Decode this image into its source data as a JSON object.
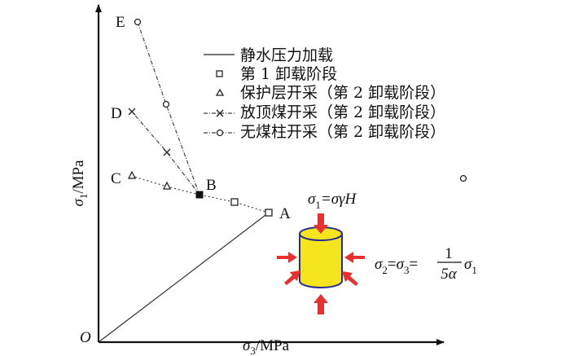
{
  "axes": {
    "origin": "O",
    "y_label": "σ",
    "y_sub": "1",
    "y_unit": "/MPa",
    "x_label": "σ",
    "x_sub": "3",
    "x_unit": "/MPa"
  },
  "points": {
    "A": "A",
    "B": "B",
    "C": "C",
    "D": "D",
    "E": "E"
  },
  "legend": [
    {
      "label": "静水压力加载",
      "marker": "solid-line"
    },
    {
      "label": "第 1 卸载阶段",
      "marker": "square"
    },
    {
      "label": "保护层开采（第 2 卸载阶段）",
      "marker": "triangle"
    },
    {
      "label": "放顶煤开采（第 2 卸载阶段）",
      "marker": "cross-dashdot"
    },
    {
      "label": "无煤柱开采（第 2 卸载阶段）",
      "marker": "circle-dashdot"
    }
  ],
  "formula": {
    "s1": "σ",
    "s1_sub": "1",
    "s1_rhs": "=σγH",
    "s2": "σ",
    "s2_sub": "2",
    "eq": "=",
    "s3": "σ",
    "s3_sub": "3",
    "eq2": "=",
    "num": "1",
    "den": "5α",
    "tail": "σ",
    "tail_sub": "1"
  },
  "colors": {
    "arrow": "#e8312f",
    "cylinder": "#f5e51f",
    "outline": "#2a2f8f"
  }
}
